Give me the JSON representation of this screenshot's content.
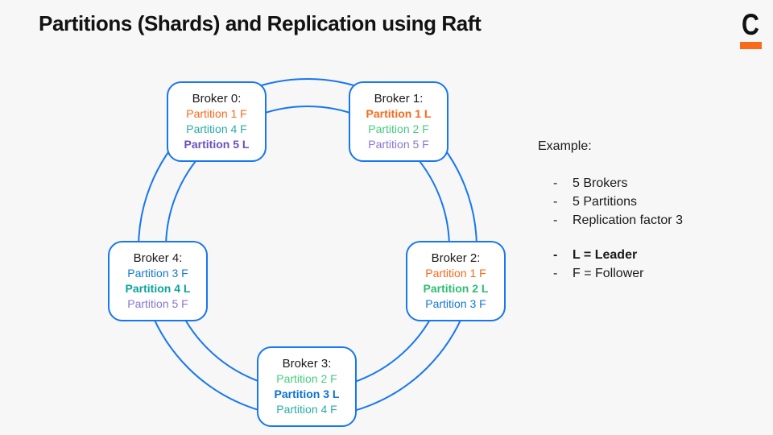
{
  "title": "Partitions (Shards) and Replication using Raft",
  "logo": {
    "letter": "C"
  },
  "colors": {
    "ring_blue": "#1677f0",
    "logo_orange": "#f96a1b",
    "background": "#f7f7f7"
  },
  "brokers": [
    {
      "name": "Broker 0:",
      "partitions": [
        {
          "label": "Partition 1 F",
          "color": "#f9691b",
          "bold": false
        },
        {
          "label": "Partition 4 F",
          "color": "#27ada6",
          "bold": false
        },
        {
          "label": "Partition 5 L",
          "color": "#6a4ec0",
          "bold": true
        }
      ]
    },
    {
      "name": "Broker 1:",
      "partitions": [
        {
          "label": "Partition 1 L",
          "color": "#f9691b",
          "bold": true
        },
        {
          "label": "Partition 2 F",
          "color": "#43cd80",
          "bold": false
        },
        {
          "label": "Partition 5 F",
          "color": "#8b74ce",
          "bold": false
        }
      ]
    },
    {
      "name": "Broker 2:",
      "partitions": [
        {
          "label": "Partition 1 F",
          "color": "#f9691b",
          "bold": false
        },
        {
          "label": "Partition 2 L",
          "color": "#2ebe70",
          "bold": true
        },
        {
          "label": "Partition 3 F",
          "color": "#1476d2",
          "bold": false
        }
      ]
    },
    {
      "name": "Broker 3:",
      "partitions": [
        {
          "label": "Partition 2 F",
          "color": "#43cd80",
          "bold": false
        },
        {
          "label": "Partition 3 L",
          "color": "#0b72d7",
          "bold": true
        },
        {
          "label": "Partition 4 F",
          "color": "#27ada6",
          "bold": false
        }
      ]
    },
    {
      "name": "Broker 4:",
      "partitions": [
        {
          "label": "Partition 3 F",
          "color": "#1476d2",
          "bold": false
        },
        {
          "label": "Partition 4 L",
          "color": "#0aa39b",
          "bold": true
        },
        {
          "label": "Partition 5 F",
          "color": "#8b74ce",
          "bold": false
        }
      ]
    }
  ],
  "example": {
    "heading": "Example:",
    "dash": "-",
    "items": [
      {
        "text": "5 Brokers",
        "bold": false
      },
      {
        "text": "5 Partitions",
        "bold": false
      },
      {
        "text": "Replication factor 3",
        "bold": false
      }
    ],
    "legend": [
      {
        "text": "L = Leader",
        "bold": true
      },
      {
        "text": "F = Follower",
        "bold": false
      }
    ]
  }
}
